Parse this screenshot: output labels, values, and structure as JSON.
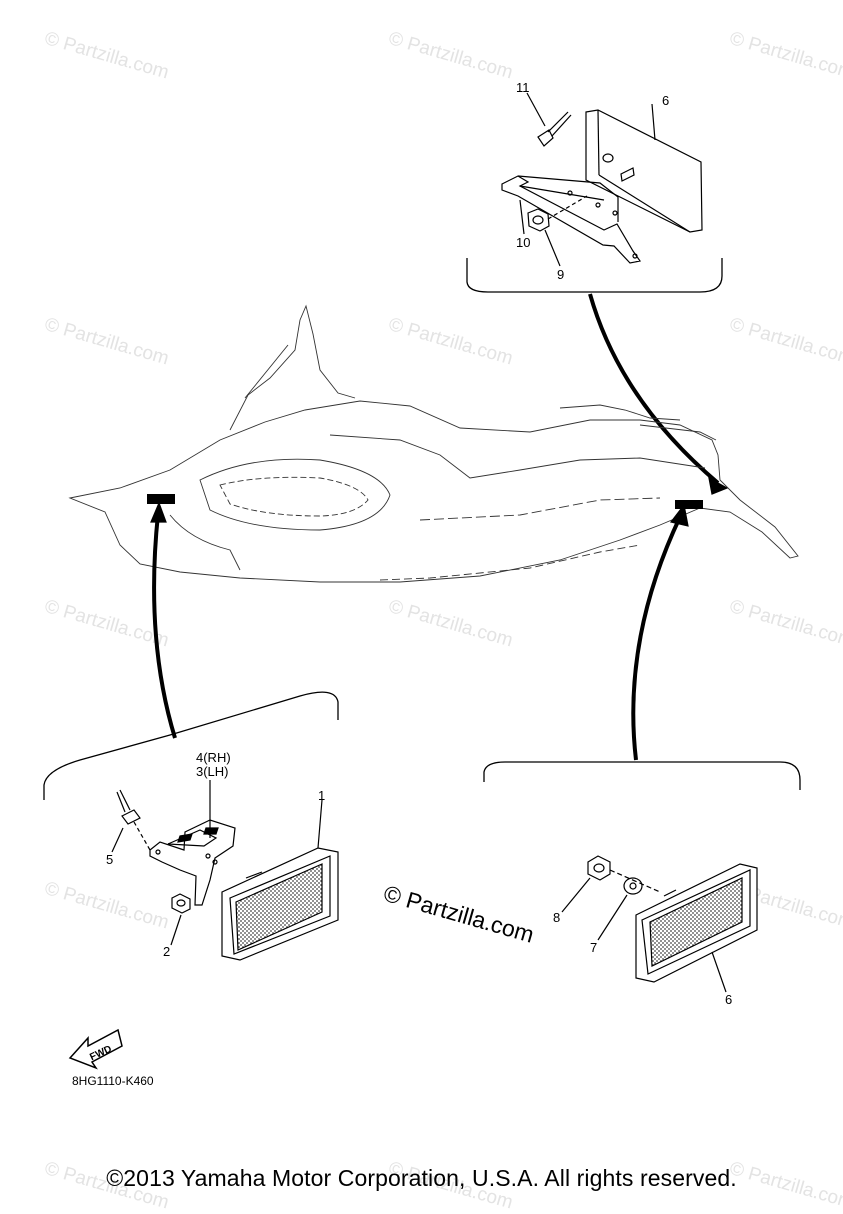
{
  "watermark": "© Partzilla.com",
  "center_watermark": "© Partzilla.com",
  "callouts": {
    "c11": "11",
    "c6_top": "6",
    "c10": "10",
    "c9": "9",
    "c4": "4(RH)",
    "c3": "3(LH)",
    "c1": "1",
    "c5": "5",
    "c2": "2",
    "c8": "8",
    "c7": "7",
    "c6_bottom": "6"
  },
  "fwd_label": "FWD",
  "diagram_code": "8HG1110-K460",
  "copyright": "©2013 Yamaha Motor Corporation, U.S.A. All rights reserved."
}
